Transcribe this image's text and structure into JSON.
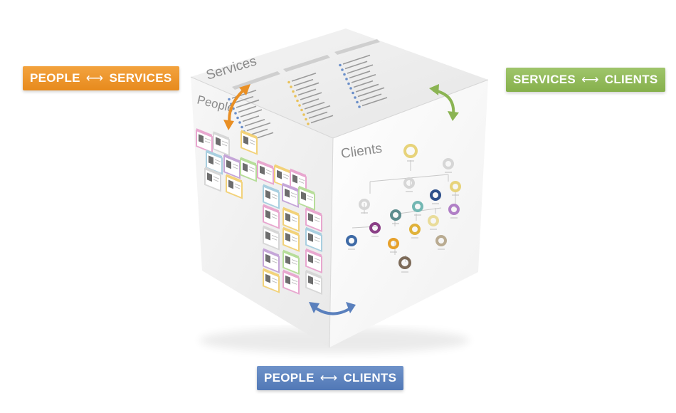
{
  "labels": {
    "people_services": {
      "left": "PEOPLE",
      "arrow": "⟷",
      "right": "SERVICES"
    },
    "services_clients": {
      "left": "SERVICES",
      "arrow": "⟷",
      "right": "CLIENTS"
    },
    "people_clients": {
      "left": "PEOPLE",
      "arrow": "⟷",
      "right": "CLIENTS"
    }
  },
  "cube": {
    "top_face_title": "Services",
    "left_face_title": "People",
    "right_face_title": "Clients"
  },
  "colors": {
    "people_services": "#e98f24",
    "services_clients": "#8bb453",
    "people_clients": "#5a80bd"
  },
  "icons": [
    "double-arrow-icon"
  ]
}
